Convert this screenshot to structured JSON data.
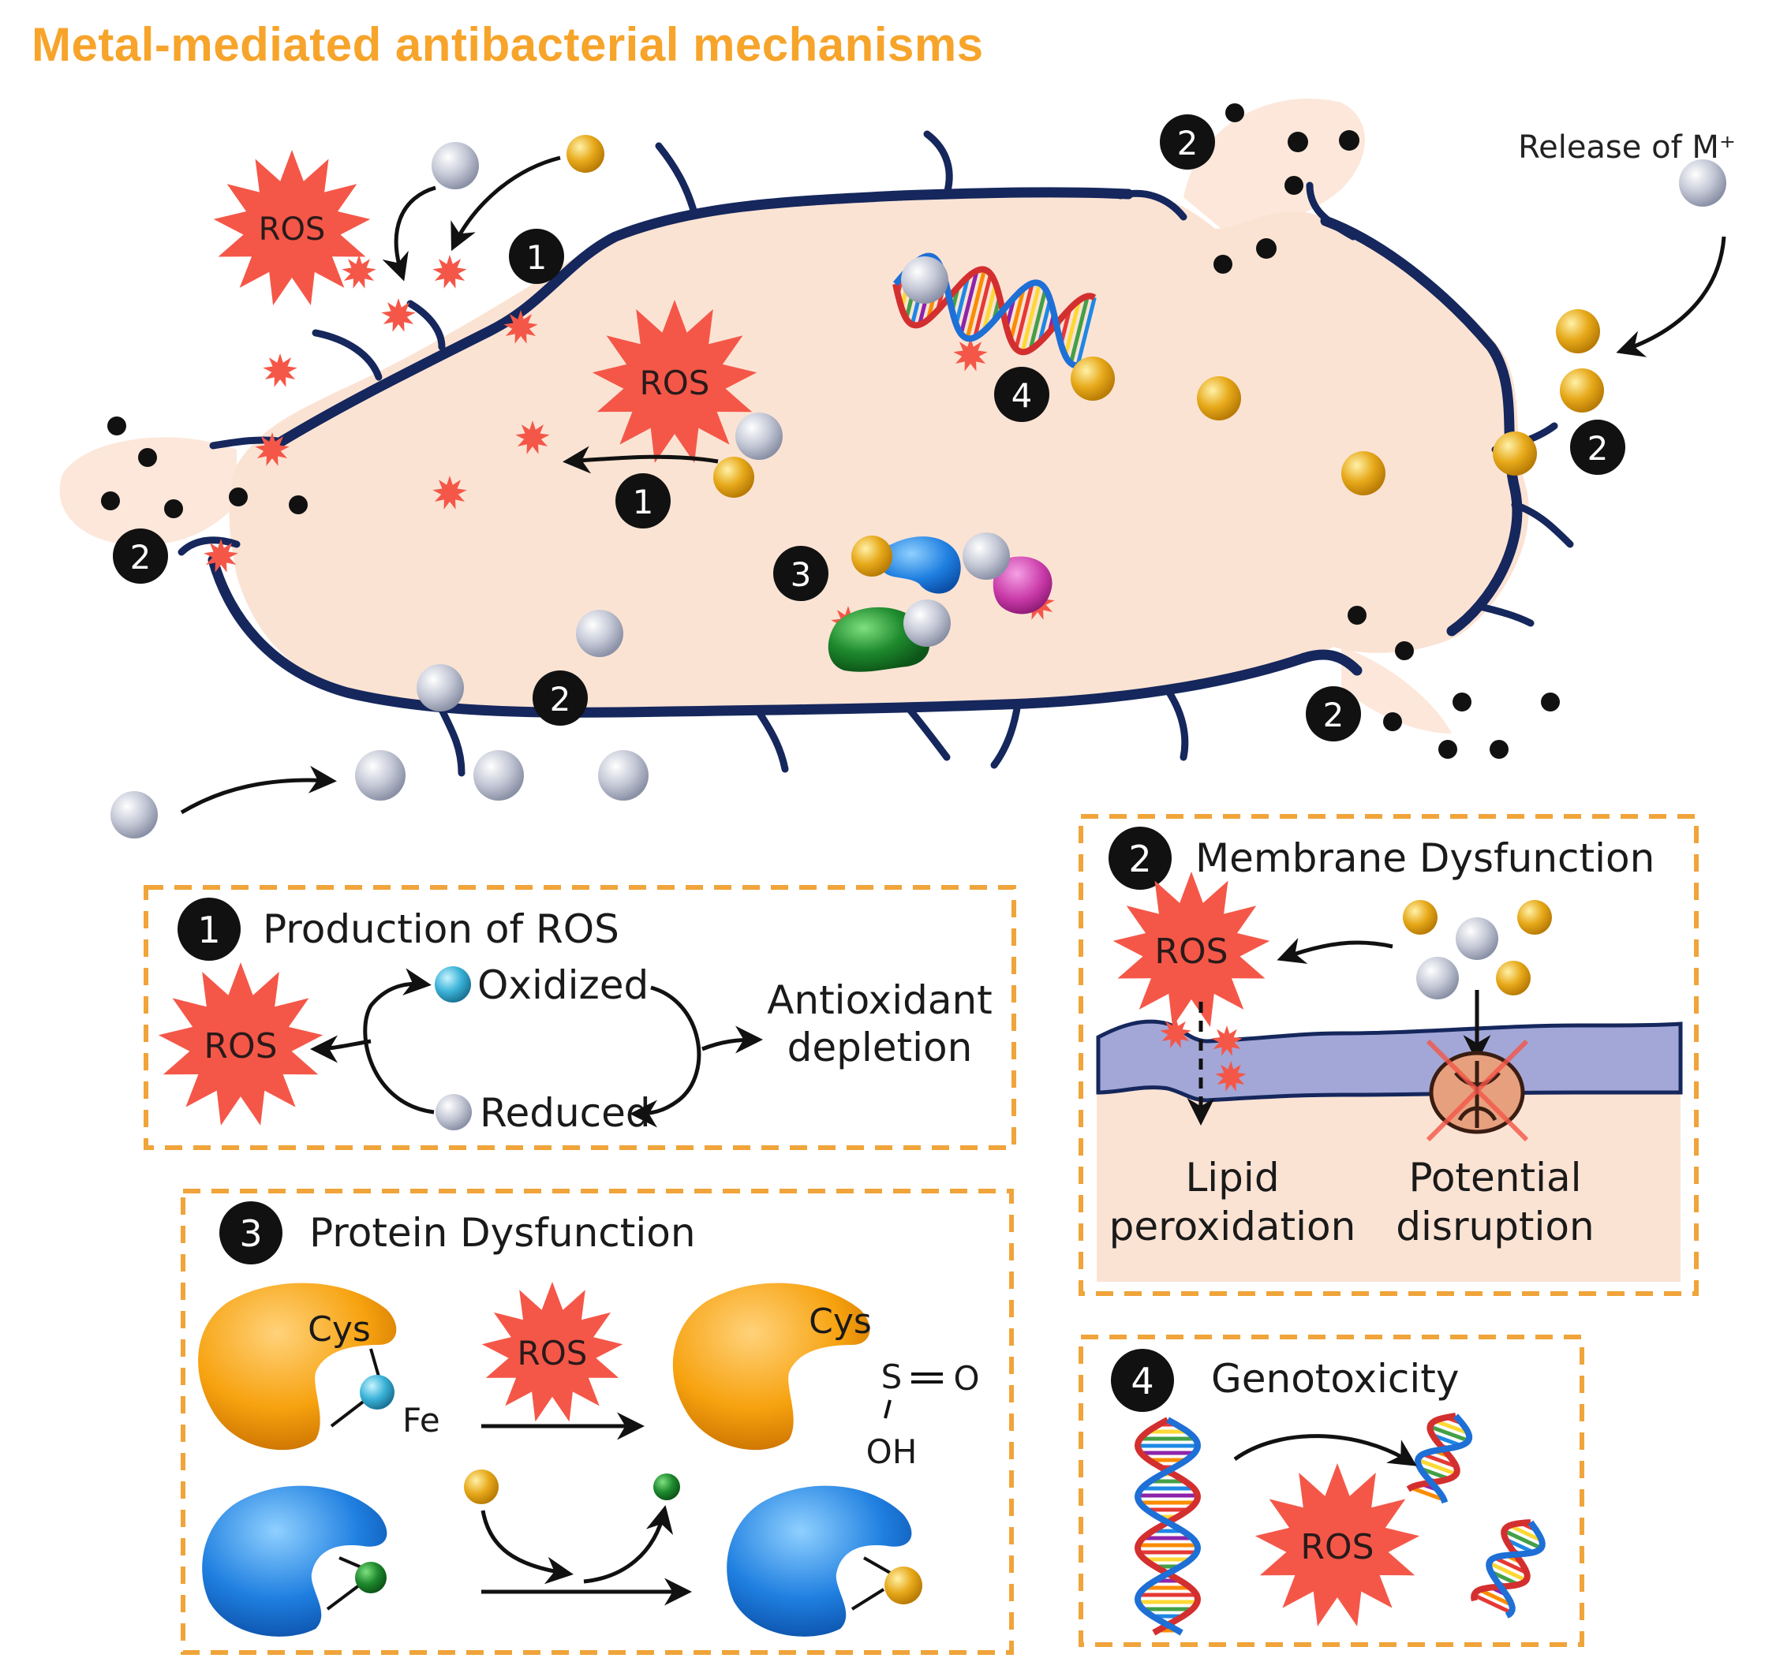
{
  "title": "Metal-mediated antibacterial mechanisms",
  "colors": {
    "title": "#f7a42b",
    "cell_fill": "#fbe3d4",
    "membrane": "#15275c",
    "ros": "#f45748",
    "metal_silver": "#c4c8d6",
    "metal_gold": "#e7a91a",
    "panel_border": "#f0a43a",
    "badge": "#111111"
  },
  "cell": {
    "ros_label": "ROS",
    "release_label": "Release of M⁺",
    "badges": {
      "ros_top": "1",
      "ros_inner": "1",
      "membrane_left": "2",
      "membrane_top_right": "2",
      "membrane_right": "2",
      "membrane_bottom": "2",
      "membrane_bottom_right": "2",
      "protein": "3",
      "dna": "4"
    }
  },
  "panels": {
    "ros_production": {
      "number": "1",
      "title": "Production of ROS",
      "ros_label": "ROS",
      "oxidized": "Oxidized",
      "reduced": "Reduced",
      "antioxidant_line1": "Antioxidant",
      "antioxidant_line2": "depletion"
    },
    "membrane": {
      "number": "2",
      "title": "Membrane Dysfunction",
      "ros_label": "ROS",
      "lipid_line1": "Lipid",
      "lipid_line2": "peroxidation",
      "disruption_line1": "Potential",
      "disruption_line2": "disruption"
    },
    "protein": {
      "number": "3",
      "title": "Protein Dysfunction",
      "ros_label": "ROS",
      "cys_left": "Cys",
      "fe": "Fe",
      "cys_right": "Cys",
      "s": "S",
      "o": "O",
      "oh": "OH"
    },
    "genotoxicity": {
      "number": "4",
      "title": "Genotoxicity",
      "ros_label": "ROS"
    }
  }
}
